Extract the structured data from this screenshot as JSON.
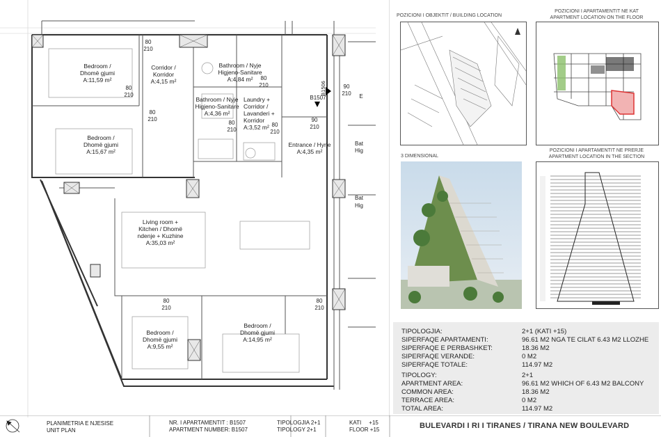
{
  "floorplan": {
    "rooms": [
      {
        "name": "Bedroom /",
        "sub": "Dhomë gjumi",
        "area": "A:11,59 m²"
      },
      {
        "name": "Corridor /",
        "sub": "Korridor",
        "area": "A:4,15 m²"
      },
      {
        "name": "Bathroom / Nyje",
        "sub": "Higjeno-Sanitare",
        "area": "A:4,84 m²"
      },
      {
        "name": "Bathroom / Nyje",
        "sub": "Higjeno-Sanitare",
        "area": "A:4,36 m²"
      },
      {
        "name": "Laundry +",
        "sub": "Corridor / Lavanderi + Korridor",
        "area": "A:3,52 m²"
      },
      {
        "name": "Bedroom /",
        "sub": "Dhomë gjumi",
        "area": "A:15,67 m²"
      },
      {
        "name": "Entrance / Hyrje",
        "sub": "",
        "area": "A:4,35 m²"
      },
      {
        "name": "Living room +",
        "sub": "Kitchen / Dhomë ndenje + Kuzhine",
        "area": "A:35,03 m²"
      },
      {
        "name": "Bedroom /",
        "sub": "Dhomë gjumi",
        "area": "A:9,55 m²"
      },
      {
        "name": "Bedroom /",
        "sub": "Dhomë gjumi",
        "area": "A:14,95 m²"
      }
    ],
    "door_dims": [
      "80",
      "210",
      "90",
      "210",
      "80",
      "210",
      "80",
      "210",
      "80",
      "210",
      "90",
      "210",
      "80",
      "210",
      "80",
      "210",
      "80",
      "210",
      "80",
      "210"
    ],
    "unit_label_a": "B1506",
    "unit_label_b": "B1507",
    "edge_letter": "E",
    "neighbour_text_a": "Bat",
    "neighbour_text_b": "Hig",
    "neighbour_text_c": "Bat",
    "neighbour_text_d": "Hig"
  },
  "titles": {
    "building_location": "POZICIONI I OBJEKTIT / BUILDING LOCATION",
    "floor_location_1": "POZICIONI I APARTAMENTIT NE KAT",
    "floor_location_2": "APARTMENT LOCATION  ON THE FLOOR",
    "three_d": "3 DIMENSIONAL",
    "section_location_1": "POZICIONI I APARTAMENTIT NE PRERJE",
    "section_location_2": "APARTMENT LOCATION IN THE SECTION"
  },
  "info": {
    "al": [
      {
        "label": "TIPOLOGJIA:",
        "value": "2+1 (KATI +15)"
      },
      {
        "label": "SIPERFAQE APARTAMENTI:",
        "value": "96.61 M2 NGA TE CILAT 6.43 M2 LLOZHE"
      },
      {
        "label": "SIPERFAQE  E  PERBASHKET:",
        "value": "18.36 M2"
      },
      {
        "label": "SIPERFAQE  VERANDE:",
        "value": "0 M2"
      },
      {
        "label": "SIPERFAQE TOTALE:",
        "value": "114.97 M2"
      }
    ],
    "en": [
      {
        "label": "TIPOLOGY:",
        "value": "2+1"
      },
      {
        "label": "APARTMENT AREA:",
        "value": "96.61 M2 WHICH OF 6.43 M2 BALCONY"
      },
      {
        "label": "COMMON AREA:",
        "value": "18.36 M2"
      },
      {
        "label": "TERRACE AREA:",
        "value": "0 M2"
      },
      {
        "label": "TOTAL AREA:",
        "value": "114.97 M2"
      }
    ]
  },
  "footer": {
    "plan_al": "PLANIMETRIA E NJESISE",
    "plan_en": "UNIT PLAN",
    "apt_no_al": "NR. I APARTAMENTIT :  B1507",
    "apt_no_en": "APARTMENT NUMBER: B1507",
    "typ_al": "TIPOLOGJIA 2+1",
    "typ_en": "TIPOLOGY  2+1",
    "floor_al": "KATI     +15",
    "floor_en": "FLOOR +15",
    "slogan": "BULEVARDI I RI I TIRANES / TIRANA NEW BOULEVARD"
  }
}
